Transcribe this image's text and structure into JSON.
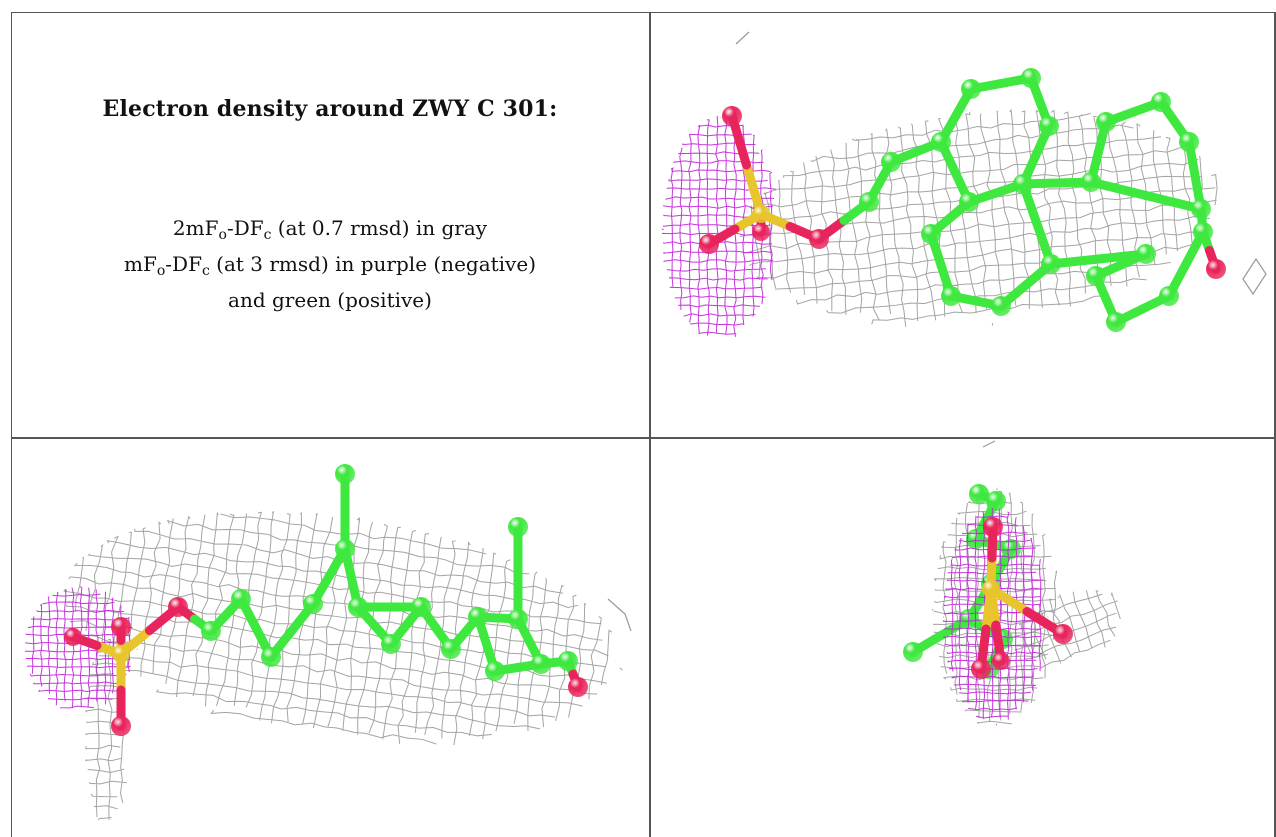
{
  "caption": {
    "title": "Electron density around ZWY C 301:",
    "line1": {
      "prefix": "2mF",
      "sub_o": "o",
      "mid": "-DF",
      "sub_c": "c",
      "suffix": " (at 0.7 rmsd) in gray"
    },
    "line2": {
      "prefix": "mF",
      "sub_o": "o",
      "mid": "-DF",
      "sub_c": "c",
      "suffix": " (at 3 rmsd) in purple (negative)"
    },
    "line3": "and green (positive)"
  },
  "colors": {
    "carbon": "#3ee83e",
    "oxygen": "#e8245c",
    "sulfur": "#e8c52c",
    "mesh_gray": "#9a9a9a",
    "mesh_purple": "#c020d8"
  }
}
